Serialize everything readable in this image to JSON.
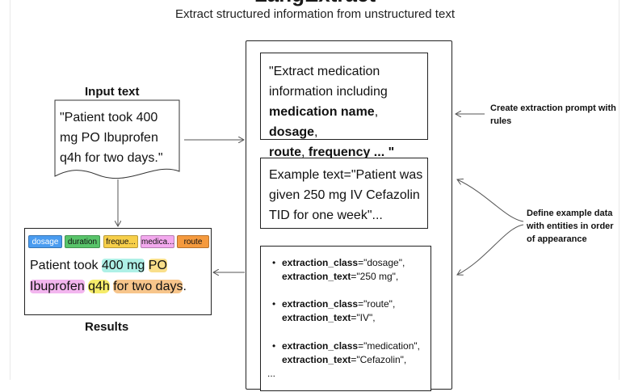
{
  "header": {
    "title": "LangExtract",
    "subtitle": "Extract structured information from unstructured text"
  },
  "input": {
    "label": "Input text",
    "lines": [
      "\"Patient took 400",
      "mg PO Ibuprofen",
      "q4h for two days.\""
    ]
  },
  "prompt": {
    "lines": [
      {
        "parts": [
          {
            "t": "\"Extract medication",
            "b": false
          }
        ]
      },
      {
        "parts": [
          {
            "t": "information including",
            "b": false
          }
        ]
      },
      {
        "parts": [
          {
            "t": "medication name",
            "b": true
          },
          {
            "t": ", ",
            "b": false
          },
          {
            "t": "dosage",
            "b": true
          },
          {
            "t": ",",
            "b": false
          }
        ]
      },
      {
        "parts": [
          {
            "t": "route",
            "b": true
          },
          {
            "t": ", ",
            "b": false
          },
          {
            "t": "frequency ... \"",
            "b": true
          }
        ]
      }
    ]
  },
  "example": {
    "lines": [
      "Example text=\"Patient was",
      "given 250 mg IV Cefazolin",
      "TID for one week\"..."
    ]
  },
  "extractions": {
    "items": [
      {
        "class_key": "extraction_class",
        "class_value": "=\"dosage\",",
        "text_key": "extraction_text",
        "text_value": "=\"250 mg\","
      },
      {
        "class_key": "extraction_class",
        "class_value": "=\"route\",",
        "text_key": "extraction_text",
        "text_value": "=\"IV\","
      },
      {
        "class_key": "extraction_class",
        "class_value": "=\"medication\",",
        "text_key": "extraction_text",
        "text_value": "=\"Cefazolin\","
      }
    ],
    "ellipsis": "..."
  },
  "annotations": {
    "prompt_rules": [
      "Create extraction prompt with",
      "rules"
    ],
    "example_data": [
      "Define example data",
      "with entities in order",
      "of appearance"
    ]
  },
  "results": {
    "label": "Results",
    "tags": [
      {
        "label": "dosage",
        "color": "#4a9cf0"
      },
      {
        "label": "duration",
        "color": "#58c46a"
      },
      {
        "label": "freque...",
        "color": "#f7cf4a"
      },
      {
        "label": "medica...",
        "color": "#f3a9ee"
      },
      {
        "label": "route",
        "color": "#f59a3e"
      }
    ],
    "line1": {
      "plain1": "Patient took ",
      "dosage": "400 mg",
      "space": " ",
      "route": "PO"
    },
    "line2": {
      "med": "Ibuprofen",
      "space1": " ",
      "freq": "q4h",
      "space2": " ",
      "duration": "for two days",
      "end": "."
    }
  }
}
